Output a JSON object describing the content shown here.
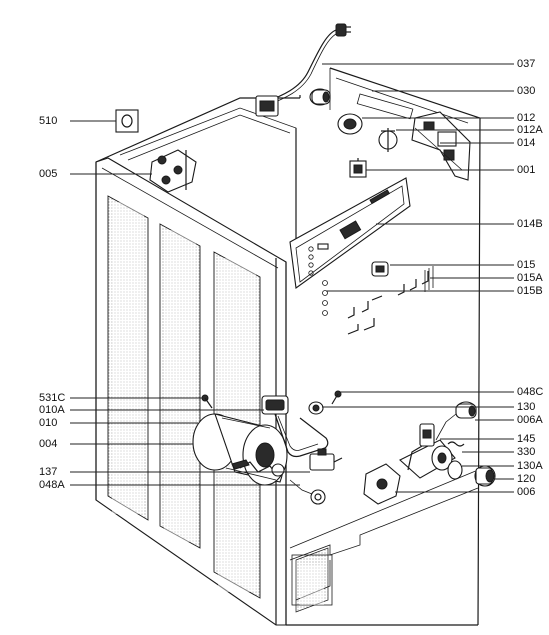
{
  "diagram": {
    "parts_right": [
      {
        "id": "037"
      },
      {
        "id": "030"
      },
      {
        "id": "012"
      },
      {
        "id": "012A"
      },
      {
        "id": "014"
      },
      {
        "id": "001"
      },
      {
        "id": "014B"
      },
      {
        "id": "015"
      },
      {
        "id": "015A"
      },
      {
        "id": "015B"
      },
      {
        "id": "048C"
      },
      {
        "id": "130"
      },
      {
        "id": "006A"
      },
      {
        "id": "145"
      },
      {
        "id": "330"
      },
      {
        "id": "130A"
      },
      {
        "id": "120"
      },
      {
        "id": "006"
      }
    ],
    "parts_left": [
      {
        "id": "510"
      },
      {
        "id": "005"
      },
      {
        "id": "531C"
      },
      {
        "id": "010A"
      },
      {
        "id": "010"
      },
      {
        "id": "004"
      },
      {
        "id": "137"
      },
      {
        "id": "048A"
      }
    ]
  }
}
